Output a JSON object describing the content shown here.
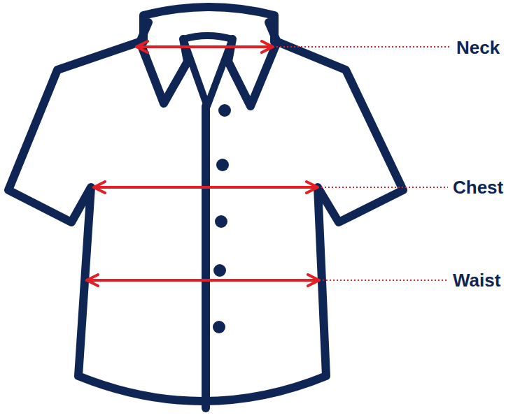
{
  "diagram": {
    "labels": [
      "Neck",
      "Chest",
      "Waist"
    ]
  }
}
